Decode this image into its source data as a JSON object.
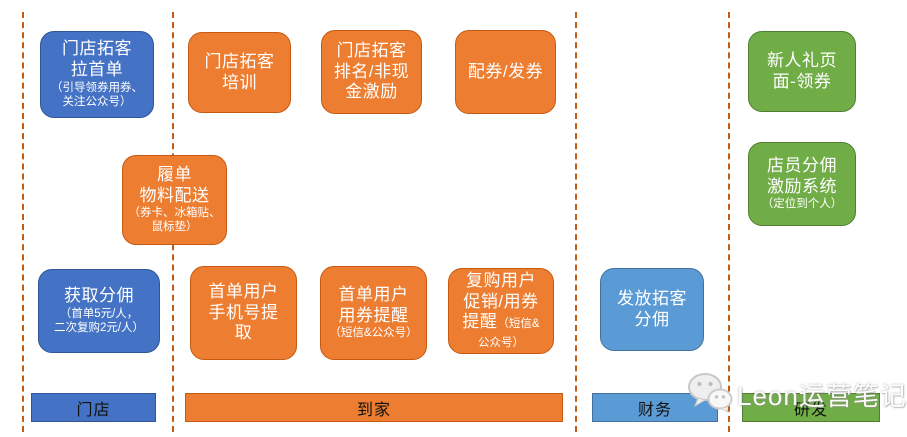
{
  "diagram": {
    "colors": {
      "blue_dark": "#4472C4",
      "blue_light": "#5B9BD5",
      "orange": "#ED7D31",
      "green": "#70AD47",
      "divider": "#C55A11",
      "box_text": "#FFFFFF",
      "lane_text": "#111111"
    },
    "boxes": [
      {
        "id": "store-pull-first-order",
        "title": "门店拓客\n拉首单",
        "note": "（引导领券用券、\n关注公众号）"
      },
      {
        "id": "store-training",
        "title": "门店拓客\n培训",
        "note": ""
      },
      {
        "id": "store-ranking-incentive",
        "title": "门店拓客\n排名/非现\n金激励",
        "note": ""
      },
      {
        "id": "coupon-config-dispatch",
        "title": "配券/发券",
        "note": ""
      },
      {
        "id": "newcomer-gift-page",
        "title": "新人礼页\n面-领券",
        "note": ""
      },
      {
        "id": "fulfillment-materials",
        "title": "履单\n物料配送",
        "note": "（券卡、冰箱贴、\n鼠标垫）"
      },
      {
        "id": "clerk-commission-system",
        "title": "店员分佣\n激励系统",
        "note": "（定位到个人）"
      },
      {
        "id": "get-commission",
        "title": "获取分佣",
        "note": "（首单5元/人，\n二次复购2元/人）"
      },
      {
        "id": "first-order-phone-extract",
        "title": "首单用户\n手机号提\n取",
        "note": ""
      },
      {
        "id": "first-order-coupon-remind",
        "title": "首单用户\n用券提醒",
        "note": "（短信&公众号）"
      },
      {
        "id": "repurchase-coupon-remind",
        "title": "复购用户\n促销/用券\n提醒",
        "note": "（短信&\n公众号）"
      },
      {
        "id": "pay-commission",
        "title": "发放拓客\n分佣",
        "note": ""
      }
    ],
    "lanes": [
      {
        "id": "store",
        "label": "门店"
      },
      {
        "id": "home-delivery",
        "label": "到家"
      },
      {
        "id": "finance",
        "label": "财务"
      },
      {
        "id": "rd",
        "label": "研发"
      }
    ],
    "watermark": {
      "label": "Leon运营笔记",
      "icon": "wechat-icon"
    }
  }
}
